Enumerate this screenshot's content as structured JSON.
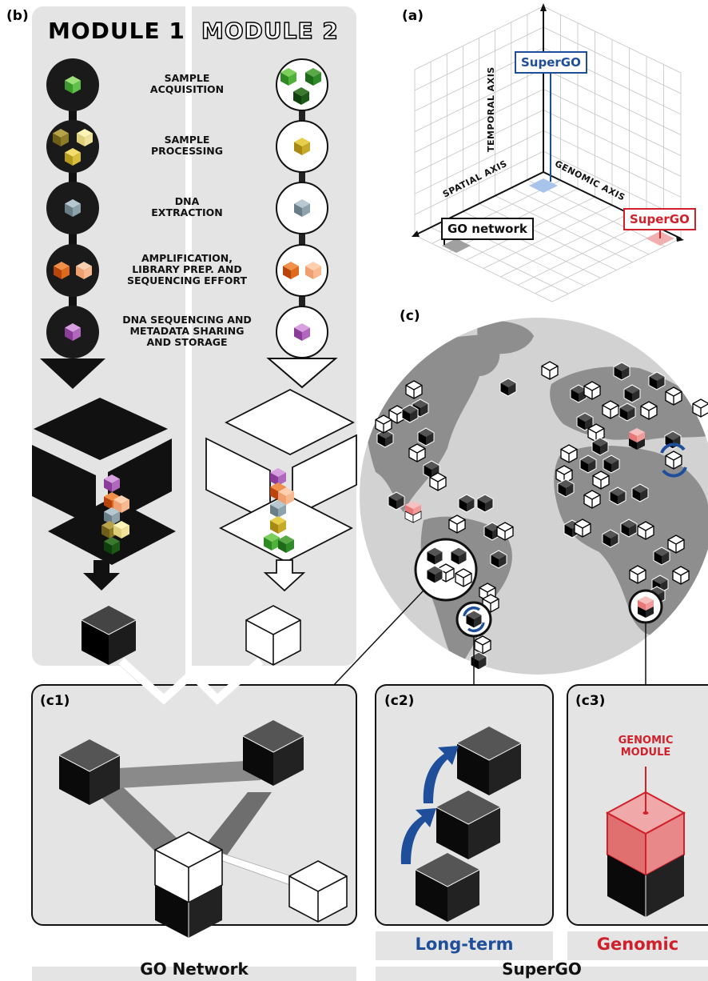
{
  "panels": {
    "a": "(a)",
    "b": "(b)",
    "c": "(c)",
    "c1": "(c1)",
    "c2": "(c2)",
    "c3": "(c3)"
  },
  "modules": {
    "module1": "MODULE 1",
    "module2": "MODULE 2"
  },
  "steps": [
    {
      "line1": "SAMPLE",
      "line2": "ACQUISITION",
      "line3": ""
    },
    {
      "line1": "SAMPLE",
      "line2": "PROCESSING",
      "line3": ""
    },
    {
      "line1": "DNA",
      "line2": "EXTRACTION",
      "line3": ""
    },
    {
      "line1": "AMPLIFICATION,",
      "line2": "LIBRARY PREP. AND",
      "line3": "SEQUENCING EFFORT"
    },
    {
      "line1": "DNA SEQUENCING AND",
      "line2": "METADATA SHARING",
      "line3": "AND STORAGE"
    }
  ],
  "axes": {
    "temporal": "TEMPORAL AXIS",
    "spatial": "SPATIAL AXIS",
    "genomic": "GENOMIC AXIS"
  },
  "tags": {
    "supergo_temporal": "SuperGO",
    "supergo_genomic": "SuperGO",
    "go_network": "GO network"
  },
  "genomic_module": {
    "line1": "GENOMIC",
    "line2": "MODULE"
  },
  "sub_labels": {
    "long_term": "Long-term",
    "genomic": "Genomic"
  },
  "bottom_labels": {
    "go_network": "GO Network",
    "supergo": "SuperGO"
  },
  "colors": {
    "blue": "#1f4e9a",
    "red": "#d0202a",
    "dark": "#1c1c1c",
    "panel_gray": "#e4e4e4",
    "globe": "#d2d2d2",
    "land": "#8e8e8e"
  }
}
